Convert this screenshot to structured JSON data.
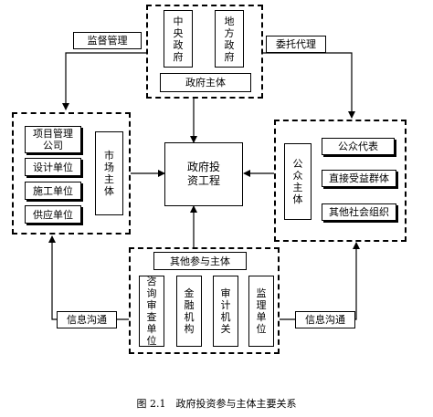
{
  "government": {
    "central": "中央政府",
    "local": "地方政府",
    "subject": "政府主体"
  },
  "market": {
    "items": [
      "项目管理公司",
      "设计单位",
      "施工单位",
      "供应单位"
    ],
    "subject": "市场主体"
  },
  "public": {
    "subject": "公众主体",
    "items": [
      "公众代表",
      "直接受益群体",
      "其他社会组织"
    ]
  },
  "center": "政府投资工程",
  "other": {
    "subject": "其他参与主体",
    "items": [
      "咨询审查单位",
      "金融机构",
      "审计机关",
      "监理单位"
    ]
  },
  "edges": {
    "supervise": "监督管理",
    "entrust": "委托代理",
    "info_left": "信息沟通",
    "info_right": "信息沟通"
  },
  "caption": "图 2.1　政府投资参与主体主要关系"
}
